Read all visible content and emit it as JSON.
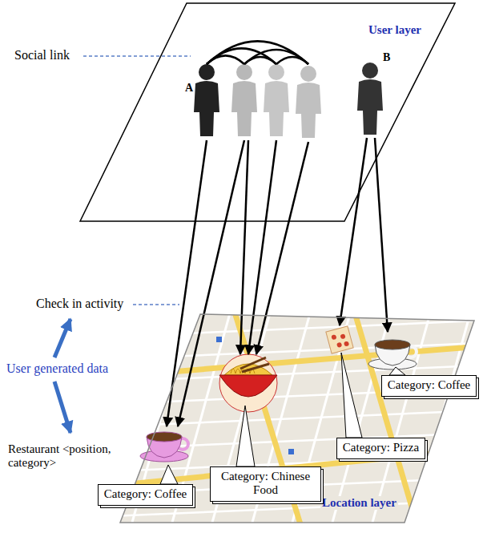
{
  "diagram": {
    "nodes": [
      {
        "text": [
          "User layer"
        ]
      },
      {
        "text": [
          "Location layer"
        ]
      },
      {
        "text": [
          "Category: Coffee"
        ]
      },
      {
        "text": [
          "Category: Pizza"
        ]
      },
      {
        "text": [
          "Category: Chinese Food"
        ]
      },
      {
        "text": [
          "Category: Coffee"
        ]
      }
    ],
    "labels": [
      "Social link",
      "A",
      "B",
      "Check in activity",
      "User generated data",
      "Restaurant <position, category>"
    ]
  }
}
